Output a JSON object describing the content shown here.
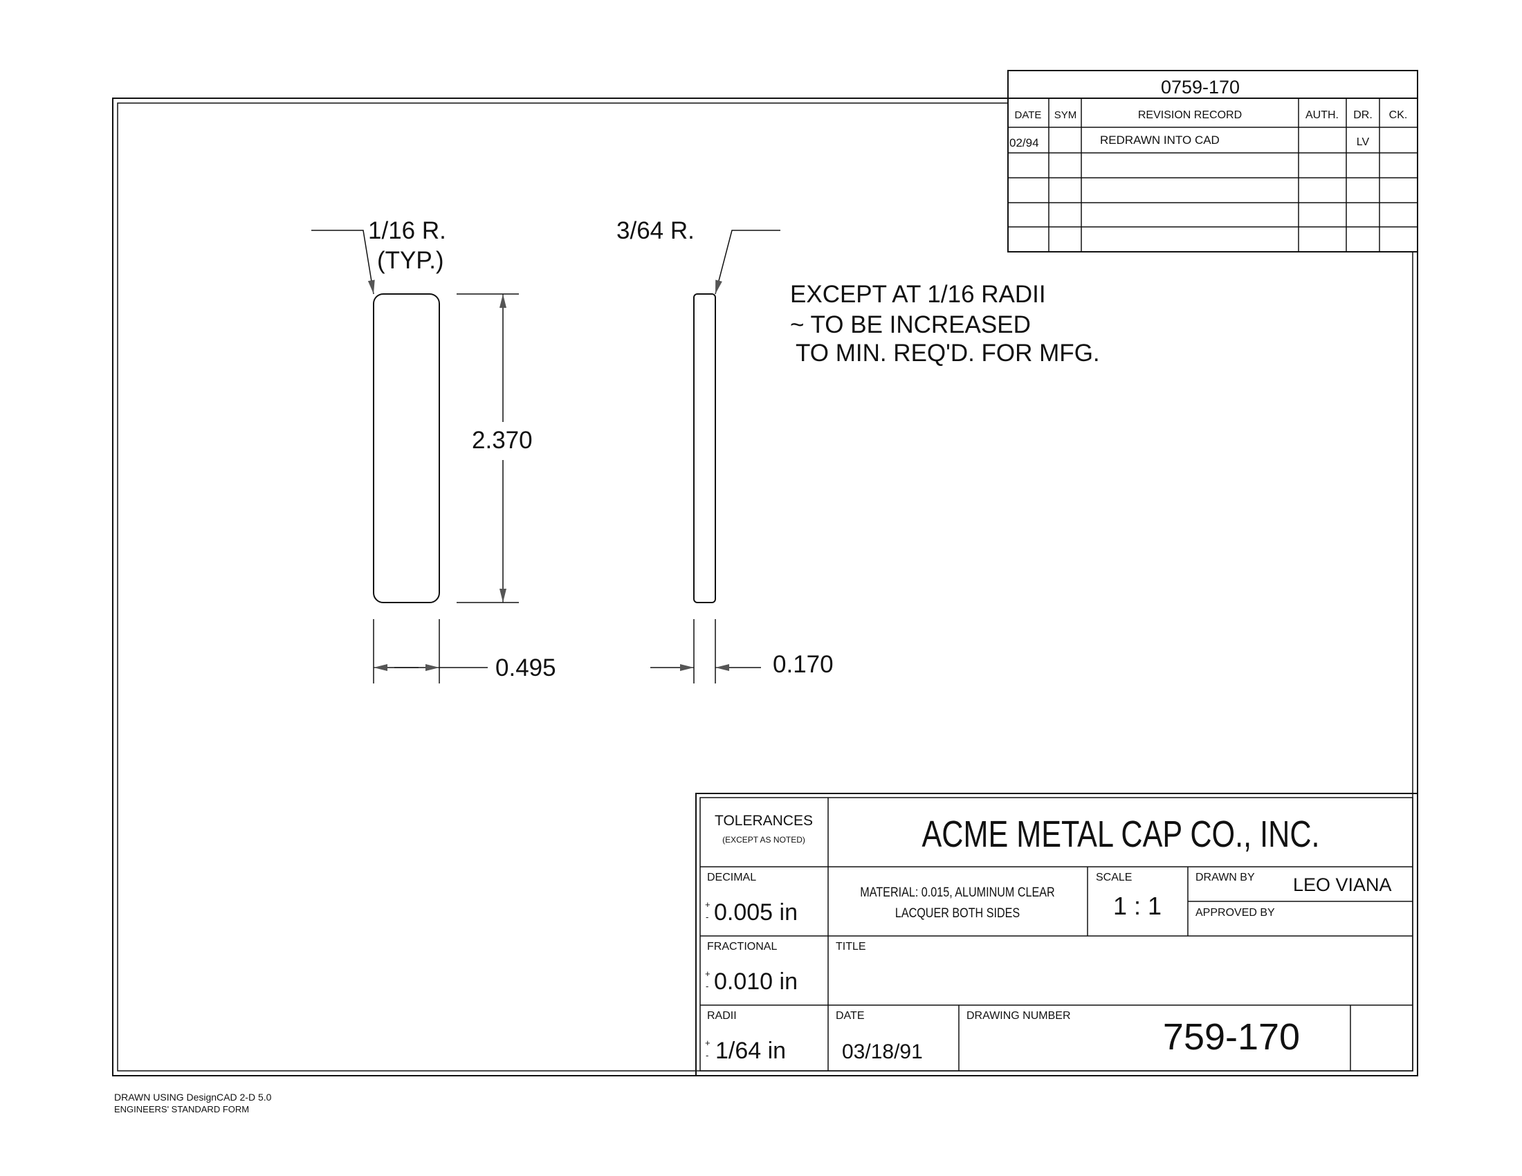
{
  "drawing": {
    "callout_left_line1": "1/16 R.",
    "callout_left_line2": "(TYP.)",
    "callout_right": "3/64 R.",
    "note_line1": "EXCEPT AT 1/16 RADII",
    "note_line2": "~ TO BE INCREASED",
    "note_line3": "TO MIN. REQ'D. FOR MFG.",
    "dim_height": "2.370",
    "dim_width": "0.495",
    "dim_thickness": "0.170"
  },
  "revision_block": {
    "header_number": "0759-170",
    "columns": {
      "date": "DATE",
      "sym": "SYM",
      "record": "REVISION RECORD",
      "auth": "AUTH.",
      "dr": "DR.",
      "ck": "CK."
    },
    "rows": [
      {
        "date": "02/94",
        "sym": "",
        "record": "REDRAWN INTO CAD",
        "auth": "",
        "dr": "LV",
        "ck": ""
      }
    ]
  },
  "title_block": {
    "tolerances_label": "TOLERANCES",
    "tolerances_note": "(EXCEPT AS NOTED)",
    "company": "ACME METAL CAP CO., INC.",
    "decimal_label": "DECIMAL",
    "decimal_value": "0.005 in",
    "fractional_label": "FRACTIONAL",
    "fractional_value": "0.010 in",
    "radii_label": "RADII",
    "radii_value": "1/64 in",
    "plus_sign": "+",
    "minus_sign": "-",
    "material_line1": "MATERIAL: 0.015, ALUMINUM CLEAR",
    "material_line2": "LACQUER BOTH SIDES",
    "scale_label": "SCALE",
    "scale_value": "1 : 1",
    "drawn_by_label": "DRAWN BY",
    "drawn_by_value": "LEO VIANA",
    "approved_by_label": "APPROVED BY",
    "title_label": "TITLE",
    "date_label": "DATE",
    "date_value": "03/18/91",
    "drawing_number_label": "DRAWING NUMBER",
    "drawing_number_value": "759-170"
  },
  "footer": {
    "line1": "DRAWN USING DesignCAD 2-D 5.0",
    "line2": "ENGINEERS' STANDARD FORM"
  }
}
